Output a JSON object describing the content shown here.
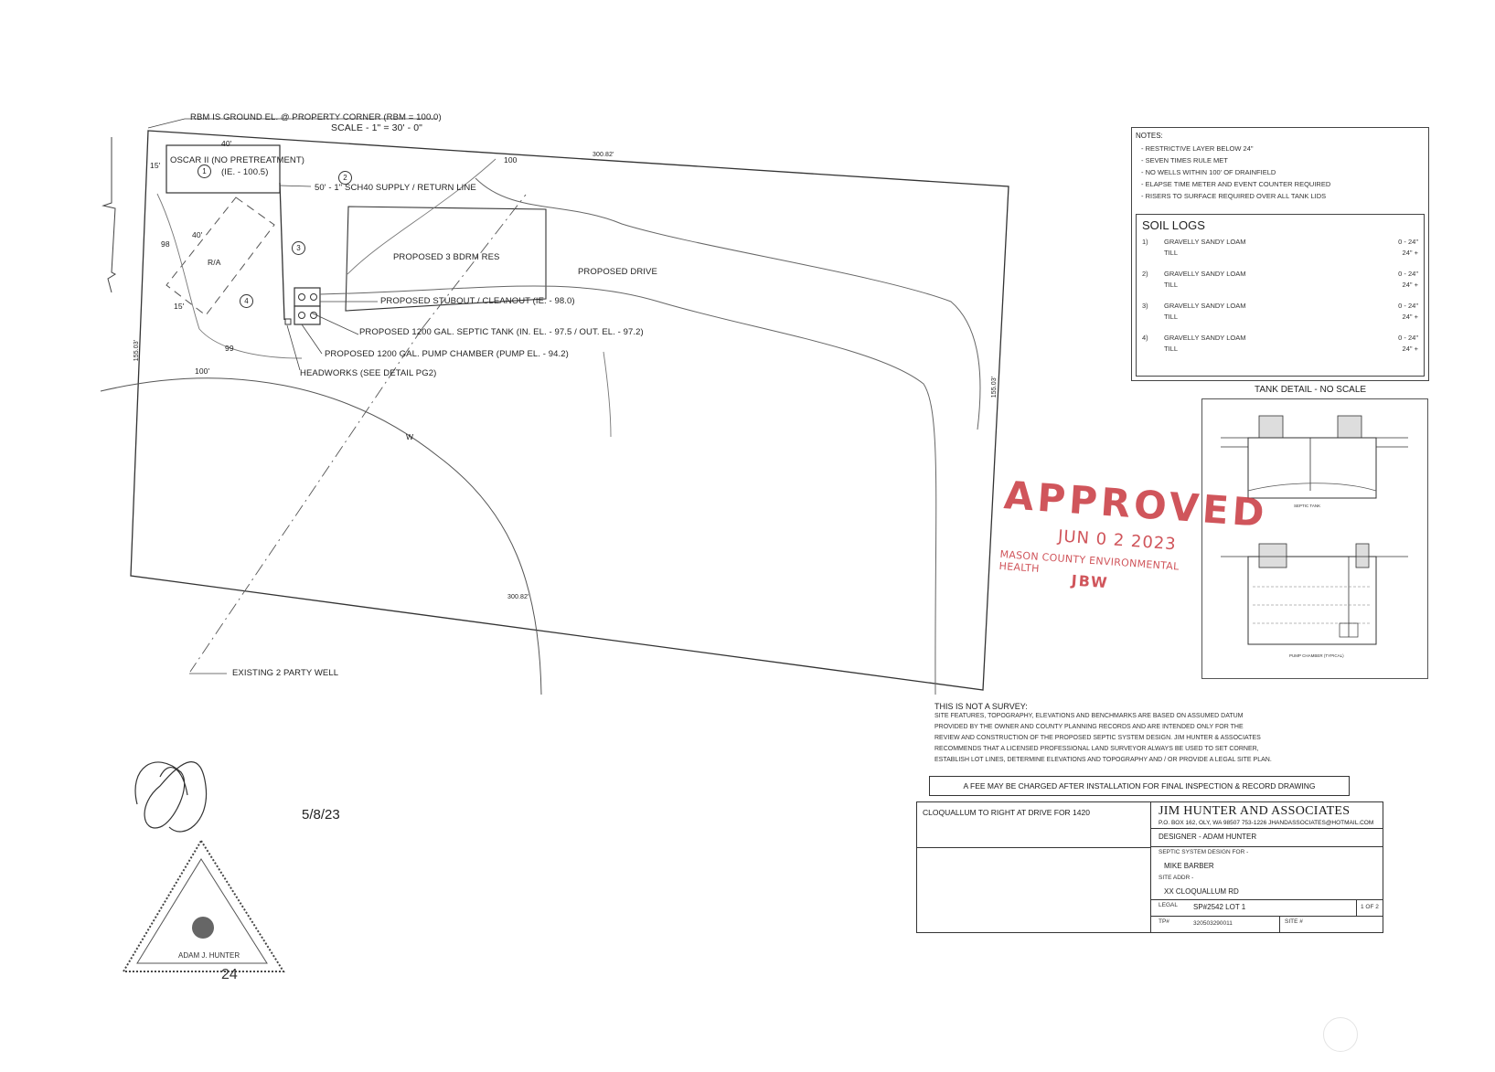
{
  "plan": {
    "rbm_note": "RBM IS GROUND EL. @ PROPERTY CORNER (RBM = 100.0)",
    "scale": "SCALE - 1\" = 30' - 0\"",
    "dim_top": "300.82'",
    "dim_bottom": "300.82'",
    "dim_left": "155.03'",
    "dim_right": "155.03'",
    "dim_40_top": "40'",
    "dim_15_left": "15'",
    "dim_40_mid": "40'",
    "dim_15_lower": "15'",
    "dim_100_left": "100'",
    "contour_98": "98",
    "contour_99": "99",
    "contour_100": "100",
    "ra_label": "R/A",
    "w_label": "W",
    "oscar_label": "OSCAR II (NO PRETREATMENT)",
    "oscar_ie": "(IE. - 100.5)",
    "supply_line": "50' - 1\" SCH40 SUPPLY / RETURN LINE",
    "residence": "PROPOSED 3 BDRM RES",
    "drive": "PROPOSED DRIVE",
    "stubout": "PROPOSED STUBOUT / CLEANOUT (IE. - 98.0)",
    "septic_tank": "PROPOSED 1200 GAL. SEPTIC TANK (IN. EL. - 97.5 / OUT. EL. - 97.2)",
    "pump_chamber": "PROPOSED 1200 GAL. PUMP CHAMBER (PUMP EL. - 94.2)",
    "headworks": "HEADWORKS (SEE DETAIL PG2)",
    "well": "EXISTING 2 PARTY WELL",
    "markers": [
      "1",
      "2",
      "3",
      "4"
    ]
  },
  "notes": {
    "title": "NOTES:",
    "items": [
      "- RESTRICTIVE LAYER BELOW 24\"",
      "- SEVEN TIMES RULE MET",
      "- NO WELLS WITHIN 100' OF DRAINFIELD",
      "- ELAPSE TIME METER AND EVENT COUNTER REQUIRED",
      "- RISERS TO SURFACE REQUIRED OVER ALL TANK LIDS"
    ]
  },
  "soil_logs": {
    "title": "SOIL LOGS",
    "logs": [
      {
        "num": "1)",
        "soil": "GRAVELLY SANDY LOAM",
        "depth": "0 - 24\"",
        "sub": "TILL",
        "sub_depth": "24\" +"
      },
      {
        "num": "2)",
        "soil": "GRAVELLY SANDY LOAM",
        "depth": "0 - 24\"",
        "sub": "TILL",
        "sub_depth": "24\" +"
      },
      {
        "num": "3)",
        "soil": "GRAVELLY SANDY LOAM",
        "depth": "0 - 24\"",
        "sub": "TILL",
        "sub_depth": "24\" +"
      },
      {
        "num": "4)",
        "soil": "GRAVELLY SANDY LOAM",
        "depth": "0 - 24\"",
        "sub": "TILL",
        "sub_depth": "24\" +"
      }
    ]
  },
  "tank_detail": {
    "title": "TANK DETAIL - NO SCALE",
    "septic_caption": "SEPTIC TANK",
    "pump_caption": "PUMP CHAMBER (TYPICAL)"
  },
  "stamp": {
    "word": "APPROVED",
    "date": "JUN 0 2 2023",
    "agency": "MASON COUNTY ENVIRONMENTAL HEALTH",
    "initials": "JBW"
  },
  "disclaimer": {
    "heading": "THIS IS NOT A SURVEY:",
    "lines": [
      "SITE FEATURES, TOPOGRAPHY, ELEVATIONS AND BENCHMARKS ARE BASED ON ASSUMED DATUM",
      "PROVIDED BY THE OWNER AND COUNTY PLANNING RECORDS AND ARE INTENDED ONLY FOR THE",
      "REVIEW AND CONSTRUCTION OF THE PROPOSED SEPTIC SYSTEM DESIGN. JIM HUNTER & ASSOCIATES",
      "RECOMMENDS THAT A LICENSED PROFESSIONAL LAND SURVEYOR ALWAYS BE USED TO SET CORNER,",
      "ESTABLISH LOT LINES, DETERMINE ELEVATIONS AND TOPOGRAPHY AND / OR PROVIDE A LEGAL SITE PLAN."
    ],
    "fee": "A FEE MAY BE CHARGED AFTER INSTALLATION FOR FINAL INSPECTION & RECORD DRAWING"
  },
  "title_block": {
    "directions": "CLOQUALLUM TO RIGHT AT DRIVE FOR 1420",
    "firm": "JIM HUNTER AND ASSOCIATES",
    "firm_address": "P.O. BOX 162, OLY, WA 98507   753-1226   JHANDASSOCIATES@HOTMAIL.COM",
    "designer": "DESIGNER - ADAM HUNTER",
    "design_for_label": "SEPTIC SYSTEM DESIGN FOR -",
    "client": "MIKE BARBER",
    "site_addr_label": "SITE ADDR -",
    "site_addr": "XX CLOQUALLUM RD",
    "legal_label": "LEGAL",
    "legal": "SP#2542 LOT 1",
    "page": "1 OF 2",
    "tp_label": "TP#",
    "tp": "320503290011",
    "site_label": "SITE #"
  },
  "signature": {
    "date": "5/8/23"
  },
  "seal": {
    "name": "ADAM J. HUNTER",
    "number": "24"
  }
}
